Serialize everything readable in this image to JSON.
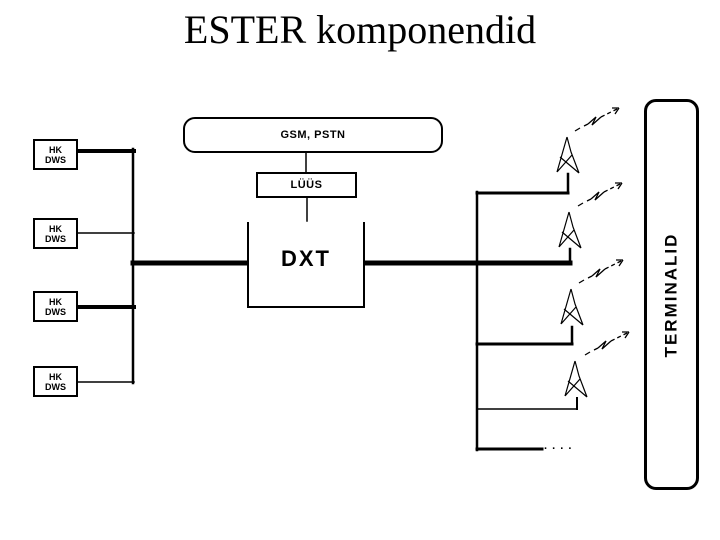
{
  "slide": {
    "title": "ESTER komponendid",
    "background_color": "#ffffff",
    "line_color": "#000000",
    "text_color": "#000000"
  },
  "diagram": {
    "hk_boxes": [
      {
        "line1": "HK",
        "line2": "DWS"
      },
      {
        "line1": "HK",
        "line2": "DWS"
      },
      {
        "line1": "HK",
        "line2": "DWS"
      },
      {
        "line1": "HK",
        "line2": "DWS"
      }
    ],
    "gsm_pstn_label": "GSM, PSTN",
    "luus_label": "LÜÜS",
    "dxt_label": "DXT",
    "terminalid_label": "TERMINALID",
    "ellipsis": ". . . .",
    "icons": {
      "antenna": "antenna-icon",
      "radio_wave": "radio-wave-arrow-icon"
    },
    "antenna_count": 4
  }
}
